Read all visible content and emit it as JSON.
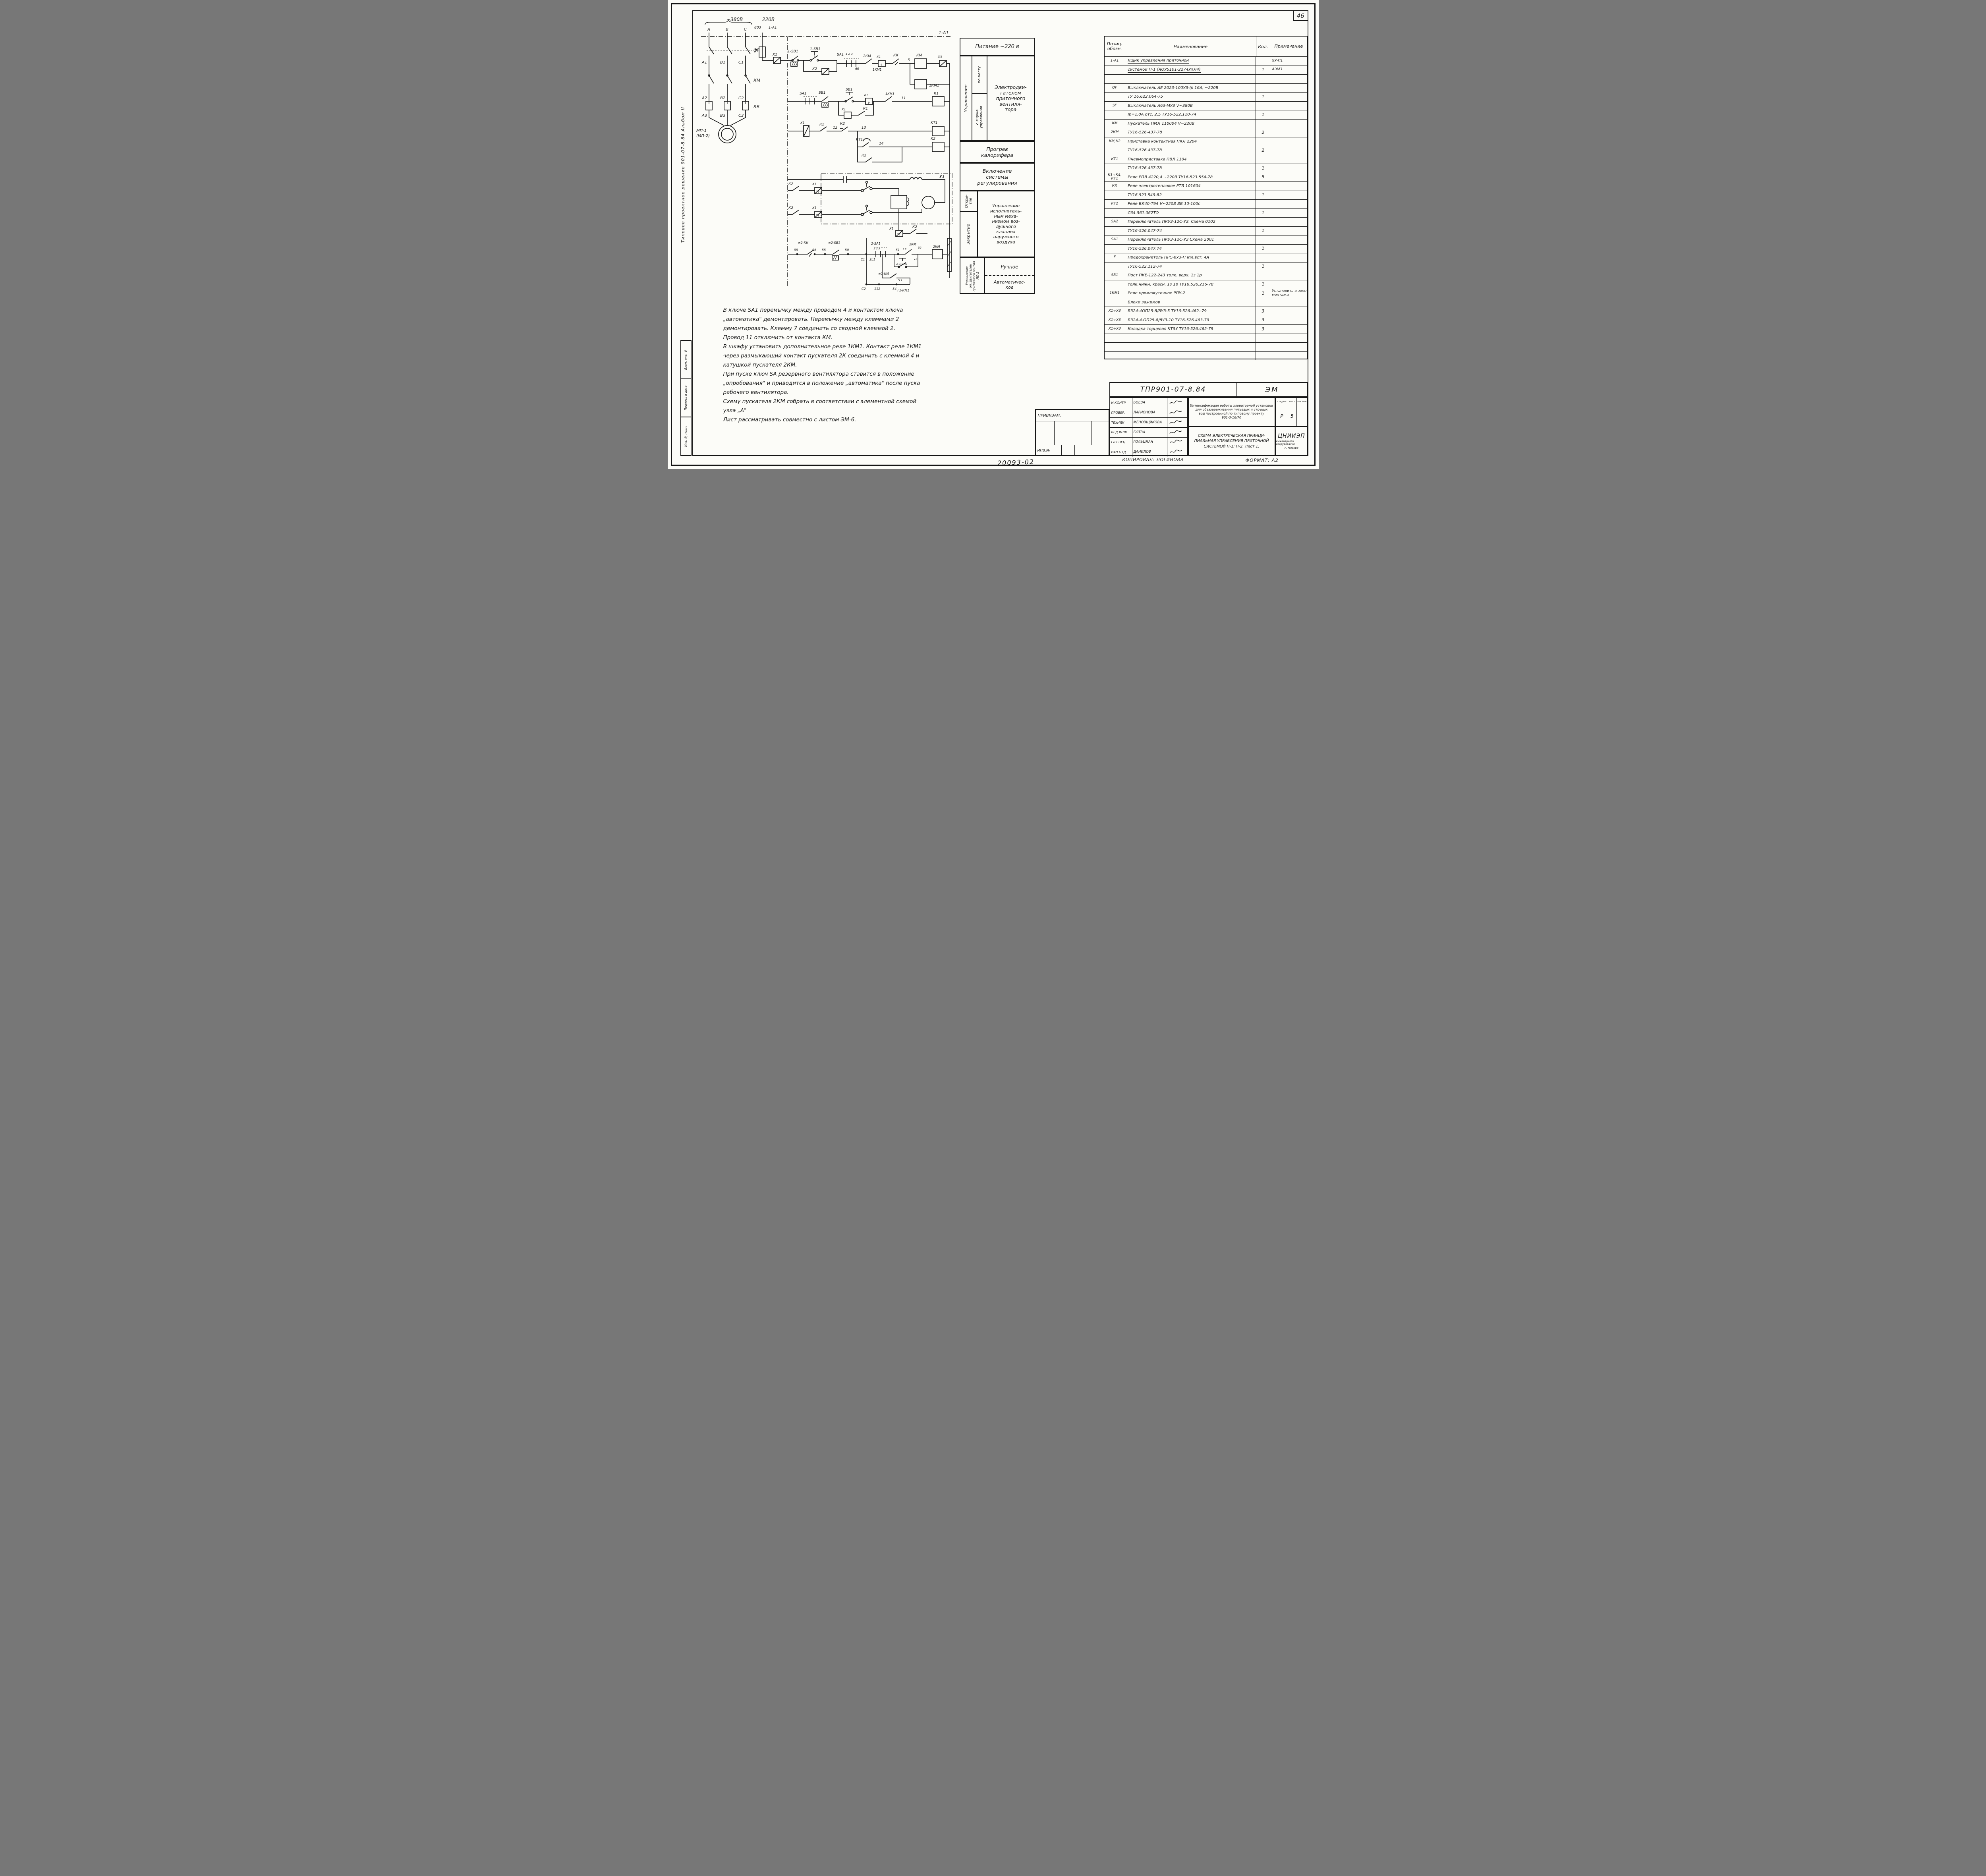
{
  "page": {
    "number": "46"
  },
  "margin": {
    "vertical_note": "Типовое проектное решение 901-07-8.84   Альбом II",
    "stamps": [
      "Взам. инв. №",
      "Подпись и дата",
      "Инв. № подл."
    ]
  },
  "func_col": {
    "power_supply": "Питание ~220 в",
    "control": "Управление",
    "by_place": "по месту",
    "from_control_box": "с ящика\nуправления",
    "fan_motor": "Электродви-\nгателем\nприточного\nвентиля-\nтора",
    "heater": "Прогрев\nкалорифера",
    "regulation": "Включение\nсистемы\nрегулирования",
    "opening": "Откры-\nтие",
    "closing": "Закрытие",
    "valve": "Управление\nисполнитель-\nным меха-\nнизмом воз-\nдушного\nклапана\nнаружного\nвоздуха",
    "motor2": "Управление\nэл. двигателем\nприточного вентил.\nМП-2",
    "manual": "Ручное",
    "automatic": "Автоматичес-\nкое"
  },
  "parts": {
    "headers": {
      "pos": "Позиц.\nобозн.",
      "name": "Наименование",
      "qty": "Кол.",
      "note": "Примечание"
    },
    "rows": [
      {
        "pos": "1-А1",
        "name": "Ящик управления приточной",
        "qty": "",
        "note": "ЯУ-П1",
        "u": true
      },
      {
        "pos": "",
        "name": "системой П-1 (ЯОУ5101-2274УХЛ4)",
        "qty": "1",
        "note": "АЭМЗ",
        "u": true
      },
      {},
      {
        "pos": "QF",
        "name": "Выключатель АЕ 2023-100УЗ-Iр 16А, ~220В"
      },
      {
        "name": "ТУ 16.622.064-75",
        "qty": "1"
      },
      {
        "pos": "SF",
        "name": "Выключатель А63-МУЗ  V~380В"
      },
      {
        "name": "Iр=1,0А отс. 2,5  ТУ16-522.110-74",
        "qty": "1"
      },
      {
        "pos": "КМ",
        "name": "Пускатель ПМЛ 110004  V=220В"
      },
      {
        "pos": "2КМ",
        "name": "ТУ16-526-437-78",
        "qty": "2"
      },
      {
        "pos": "КМ,К2",
        "name": "Приставка контактная ПКЛ 2204"
      },
      {
        "name": "ТУ16-526.437-78",
        "qty": "2"
      },
      {
        "pos": "КТ1",
        "name": "Пневмоприставка ПВЛ 1104"
      },
      {
        "name": "ТУ16-526.437-78",
        "qty": "1"
      },
      {
        "pos": "К1÷К4, КТ1",
        "name": "Реле РПЛ 4220,4 ~220В  ТУ16-523.554-78",
        "qty": "5"
      },
      {
        "pos": "КК",
        "name": "Реле электротепловое РТЛ 101604"
      },
      {
        "name": "ТУ16.523.549-82",
        "qty": "1"
      },
      {
        "pos": "КТ2",
        "name": "Реле ВЛ40-Т94  V~220В  ВВ 10-100с"
      },
      {
        "name": "С64.561.062ТО",
        "qty": "1"
      },
      {
        "pos": "SA2",
        "name": "Переключатель ПКУЗ-12С-УЗ. Схема 0102"
      },
      {
        "name": "ТУ16-526.047-74",
        "qty": "1"
      },
      {
        "pos": "SA1",
        "name": "Переключатель ПКУЗ-12С-УЗ Схема 2001"
      },
      {
        "name": "ТУ16-526.047.74",
        "qty": "1"
      },
      {
        "pos": "F",
        "name": "Предохранитель ПРС-6УЗ-П Iпл.вст. 4А"
      },
      {
        "name": "ТУ16-522.112-74",
        "qty": "1"
      },
      {
        "pos": "SB1",
        "name": "Пост ПКЕ-122-243 толк. верх. 1з 1р"
      },
      {
        "name": "толк.нижн. красн. 1з 1р  ТУ16.526.216-78",
        "qty": "1"
      },
      {
        "pos": "1КМ1",
        "name": "Реле промежуточное РПУ-2",
        "qty": "1",
        "note": "Установить в зоне монтажа"
      },
      {
        "name": "Блоки зажимов"
      },
      {
        "pos": "Х1÷Х3",
        "name": "БЗ24-4ОП25-8/8УЗ-5  ТУ16-526.462.-79",
        "qty": "3"
      },
      {
        "pos": "Х1÷Х3",
        "name": "БЗ24-4.ОП25-8/8УЗ-10  ТУ16-526.463-79",
        "qty": "3"
      },
      {
        "pos": "Х1÷Х3",
        "name": "Колодка торцевая КТ5У  ТУ16-526.462-79",
        "qty": "3"
      },
      {},
      {},
      {}
    ]
  },
  "notes": {
    "lines": [
      "В ключе SA1 перемычку между проводом 4 и контактом ключа",
      "„автоматика\" демонтировать. Перемычку между клеммами 2",
      "демонтировать. Клемму 7 соединить со сводной клеммой 2.",
      "Провод 11 отключить от контакта КМ.",
      "В шкафу установить дополнительное реле 1КМ1. Контакт реле 1КМ1",
      "через размыкающий контакт пускателя 2К соединить с клеммой 4 и",
      "катушкой пускателя 2КМ.",
      "При пуске ключ SA резервного вентилятора ставится в положение",
      "„опробования\" и приводится в положение „автоматика\" после пуска",
      "рабочего вентилятора.",
      "Схему пускателя 2КМ собрать в соответствии с элементной схемой",
      "узла „А\"",
      "Лист рассматривать совместно с листом ЭМ-6."
    ]
  },
  "title_block": {
    "doc_code": "ТПР901-07-8.84",
    "mark": "ЭМ",
    "binding": "ПРИВЯЗАН.",
    "inv": "ИНВ.№",
    "signatures": [
      {
        "role": "Н.КОНТР",
        "name": "БОЕВА"
      },
      {
        "role": "ПРОВЕР.",
        "name": "ЛАРИОНОВА"
      },
      {
        "role": "ТЕХНИК",
        "name": "МЕНОВЩИКОВА"
      },
      {
        "role": "ВЕД.ИНЖ",
        "name": "БОТВА"
      },
      {
        "role": "ГЛ.СПЕЦ",
        "name": "ГОЛЬЦМАН"
      },
      {
        "role": "НАЧ.ОТД",
        "name": "ДАНИЛОВ"
      }
    ],
    "project": "Интенсификация работы хлораторной установки\nдля обеззараживания питьевых и сточных\nвод построенной по типовому проекту\n901-3-16/70",
    "title": "СХЕМА ЭЛЕКТРИЧЕСКАЯ ПРИНЦИ-\nПИАЛЬНАЯ УПРАВЛЕНИЯ ПРИТОЧНОЙ\nСИСТЕМОЙ П-1; П-2.   Лист 1.",
    "stage_headers": [
      "СТАДИЯ",
      "ЛИСТ",
      "ЛИСТОВ"
    ],
    "stage_values": [
      "Р",
      "5",
      ""
    ],
    "org": "ЦНИИЭП",
    "org_sub": "инженерного оборудования",
    "org_city": "г. Москва",
    "copied": "КОПИРОВАЛ: ЛОГИНОВА",
    "format": "ФОРМАТ: А2",
    "doc_no": "20093-02"
  },
  "schematic": {
    "labels": [
      [
        78,
        13,
        "~380В",
        12
      ],
      [
        168,
        13,
        "220В",
        12
      ],
      [
        148,
        32,
        "803",
        9
      ],
      [
        184,
        32,
        "1-А1",
        9
      ],
      [
        30,
        37,
        "А",
        10
      ],
      [
        76,
        37,
        "В",
        10
      ],
      [
        122,
        37,
        "С",
        10
      ],
      [
        146,
        90,
        "QF",
        11
      ],
      [
        16,
        120,
        "А1",
        10
      ],
      [
        62,
        120,
        "В1",
        10
      ],
      [
        108,
        120,
        "С1",
        10
      ],
      [
        146,
        166,
        "КМ",
        11
      ],
      [
        16,
        210,
        "А2",
        10
      ],
      [
        62,
        210,
        "В2",
        10
      ],
      [
        108,
        210,
        "С2",
        10
      ],
      [
        146,
        232,
        "КК",
        11
      ],
      [
        16,
        254,
        "А3",
        10
      ],
      [
        62,
        254,
        "В3",
        10
      ],
      [
        108,
        254,
        "С3",
        10
      ],
      [
        2,
        292,
        "МП-1",
        10
      ],
      [
        2,
        305,
        "(МП-2)",
        10
      ],
      [
        148,
        92,
        "F",
        11
      ],
      [
        194,
        100,
        "Х1",
        9
      ],
      [
        232,
        92,
        "1-SB1",
        9
      ],
      [
        288,
        86,
        "1-SB1",
        9
      ],
      [
        294,
        136,
        "Х2",
        9
      ],
      [
        612,
        46,
        "1-А1",
        11
      ],
      [
        356,
        100,
        "SA1",
        9
      ],
      [
        378,
        98,
        "1 2 3",
        7
      ],
      [
        422,
        104,
        "2КМ",
        9
      ],
      [
        402,
        136,
        "6б",
        8
      ],
      [
        446,
        138,
        "1КМ1",
        8
      ],
      [
        456,
        106,
        "Х1",
        8
      ],
      [
        466,
        125,
        "4",
        7
      ],
      [
        498,
        102,
        "КК",
        9
      ],
      [
        534,
        114,
        "5",
        9
      ],
      [
        556,
        102,
        "КМ",
        9
      ],
      [
        610,
        106,
        "Х3",
        8
      ],
      [
        588,
        178,
        "1КМ1",
        9
      ],
      [
        262,
        198,
        "SA1",
        9
      ],
      [
        310,
        196,
        "SB1",
        9
      ],
      [
        378,
        188,
        "SB1",
        9
      ],
      [
        424,
        202,
        "Х1",
        8
      ],
      [
        434,
        221,
        "9",
        7
      ],
      [
        478,
        199,
        "1КМ1",
        8
      ],
      [
        518,
        210,
        "11",
        9
      ],
      [
        600,
        198,
        "К1",
        9
      ],
      [
        368,
        238,
        "Х1",
        8
      ],
      [
        422,
        236,
        "К1",
        9
      ],
      [
        264,
        272,
        "Х1",
        8
      ],
      [
        312,
        276,
        "К1",
        9
      ],
      [
        346,
        284,
        "12",
        9
      ],
      [
        364,
        274,
        "К2",
        9
      ],
      [
        418,
        284,
        "13",
        9
      ],
      [
        592,
        272,
        "КТ1",
        9
      ],
      [
        404,
        314,
        "КТ1",
        9
      ],
      [
        462,
        324,
        "14",
        9
      ],
      [
        592,
        312,
        "К2",
        9
      ],
      [
        418,
        354,
        "К2",
        9
      ],
      [
        614,
        408,
        "У1",
        11
      ],
      [
        234,
        426,
        "К2",
        9
      ],
      [
        294,
        426,
        "Х1",
        8
      ],
      [
        303,
        445,
        "76",
        7
      ],
      [
        234,
        486,
        "К2",
        9
      ],
      [
        294,
        486,
        "Х1",
        8
      ],
      [
        303,
        505,
        "78",
        7
      ],
      [
        488,
        538,
        "Х1",
        8
      ],
      [
        507,
        553,
        "77",
        7
      ],
      [
        546,
        534,
        "К2",
        9
      ],
      [
        248,
        592,
        "95",
        8
      ],
      [
        294,
        592,
        "96",
        8
      ],
      [
        318,
        592,
        "55",
        8
      ],
      [
        376,
        592,
        "50",
        8
      ],
      [
        258,
        574,
        "≠2-КК",
        8
      ],
      [
        334,
        574,
        "≠2-SB1",
        8
      ],
      [
        416,
        616,
        "С1",
        8
      ],
      [
        438,
        616,
        "2L1",
        8
      ],
      [
        442,
        576,
        "2-SA1",
        8
      ],
      [
        448,
        588,
        "1 2 3",
        6.5
      ],
      [
        504,
        592,
        "51",
        8
      ],
      [
        522,
        590,
        "13",
        7
      ],
      [
        538,
        578,
        "2КМ",
        8
      ],
      [
        560,
        586,
        "52",
        7
      ],
      [
        550,
        614,
        "14",
        7
      ],
      [
        598,
        584,
        "2КМ",
        8
      ],
      [
        504,
        628,
        "≠2-SB1",
        8
      ],
      [
        460,
        652,
        "≠1-КМ",
        8
      ],
      [
        510,
        668,
        "53",
        8
      ],
      [
        506,
        694,
        "≠1-КМ1",
        8
      ],
      [
        418,
        690,
        "С2",
        8
      ],
      [
        450,
        690,
        "112",
        8
      ],
      [
        496,
        690,
        "54",
        8
      ]
    ]
  }
}
